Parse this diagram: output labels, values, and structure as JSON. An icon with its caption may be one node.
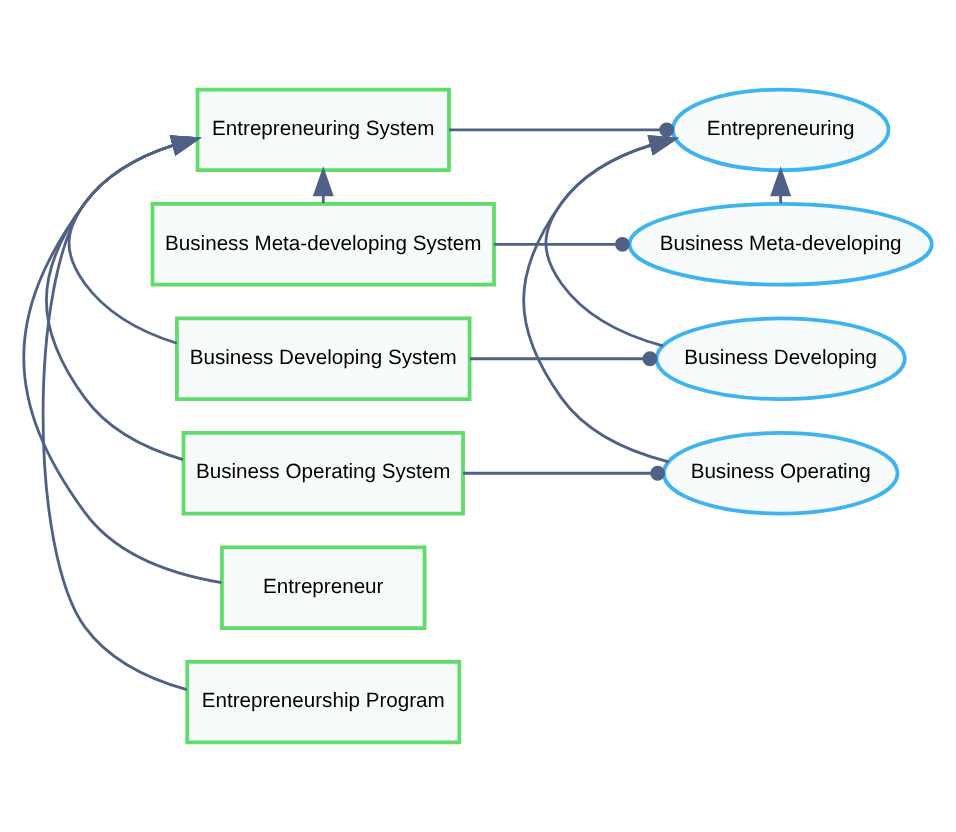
{
  "diagram": {
    "nodes": [
      {
        "text": [
          "Entrepreneuring System"
        ]
      },
      {
        "text": [
          "Entrepreneuring"
        ]
      },
      {
        "text": [
          "Entrepreneur"
        ]
      },
      {
        "text": [
          "Business Meta-developing"
        ]
      },
      {
        "text": [
          "Entrepreneurship Program"
        ]
      },
      {
        "text": [
          "Business Developing"
        ]
      },
      {
        "text": [
          "Business Meta-developing System"
        ]
      },
      {
        "text": [
          "Business Operating"
        ]
      },
      {
        "text": [
          "Business Developing System"
        ]
      },
      {
        "text": [
          "Business Operating System"
        ]
      }
    ],
    "edges": [
      {
        "from": 2,
        "to": 0,
        "arrow": "to"
      },
      {
        "from": 4,
        "to": 0,
        "arrow": "to"
      },
      {
        "from": 6,
        "to": 0,
        "arrow": "to"
      },
      {
        "from": 8,
        "to": 0,
        "arrow": "to"
      },
      {
        "from": 9,
        "to": 0,
        "arrow": "to"
      },
      {
        "from": 3,
        "to": 1,
        "arrow": "to"
      },
      {
        "from": 5,
        "to": 1,
        "arrow": "to"
      },
      {
        "from": 7,
        "to": 1,
        "arrow": "to"
      },
      {
        "from": 0,
        "to": 1,
        "arrow": "other"
      },
      {
        "from": 6,
        "to": 3,
        "arrow": "other"
      },
      {
        "from": 8,
        "to": 5,
        "arrow": "other"
      },
      {
        "from": 9,
        "to": 7,
        "arrow": "other"
      }
    ]
  }
}
